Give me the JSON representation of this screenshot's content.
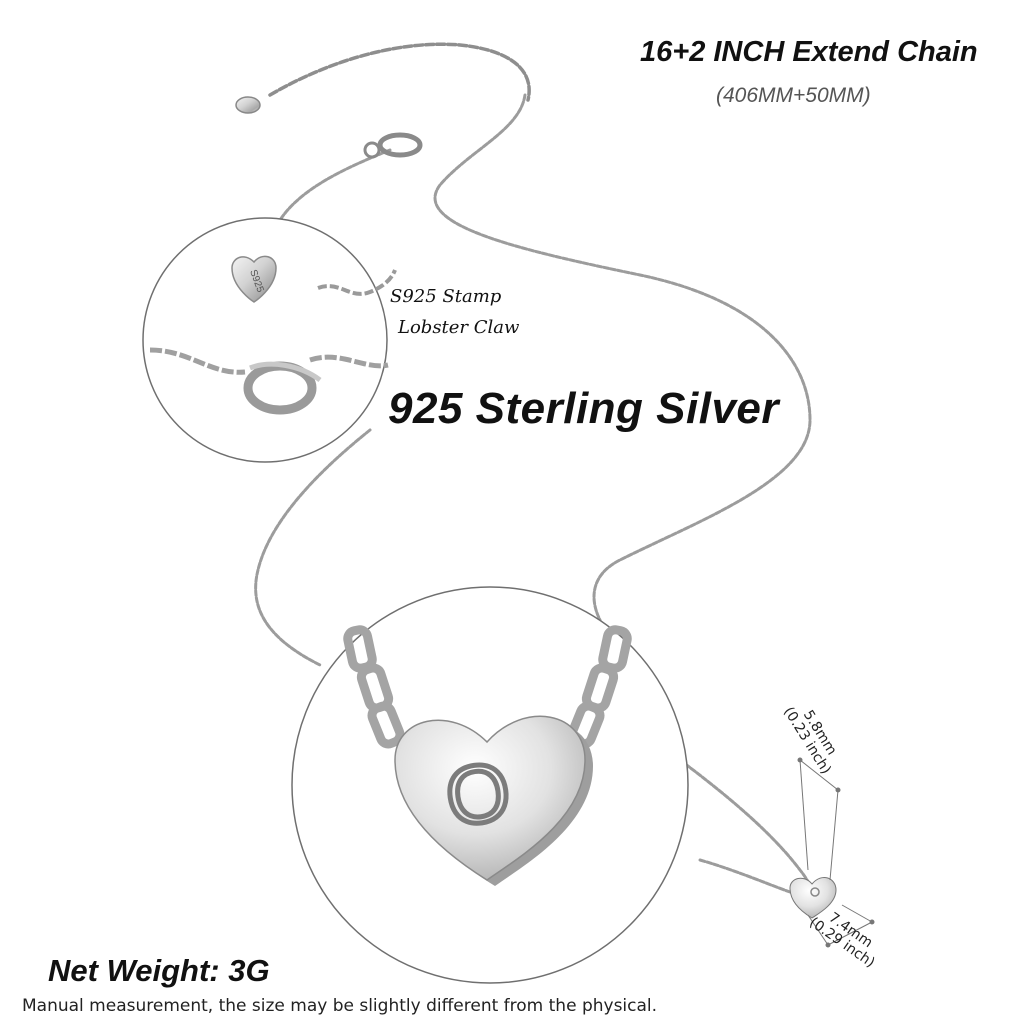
{
  "headline": "16+2 INCH Extend Chain",
  "subline": "(406MM+50MM)",
  "callouts": {
    "stamp": "S925 Stamp",
    "claw": "Lobster Claw"
  },
  "material": "925 Sterling Silver",
  "dimensions": {
    "height_mm": "5.8mm",
    "height_in": "(0.23 inch)",
    "width_mm": "7.4mm",
    "width_in": "(0.29 inch)"
  },
  "pendant_letter": "O",
  "stamp_mark": "S925",
  "net_weight": "Net Weight: 3G",
  "disclaimer": "Manual measurement, the size may be slightly different from the physical.",
  "colors": {
    "silver": "#bcbcbc",
    "silver_dark": "#7a7a7a",
    "circle_border": "#6f6f6f"
  }
}
